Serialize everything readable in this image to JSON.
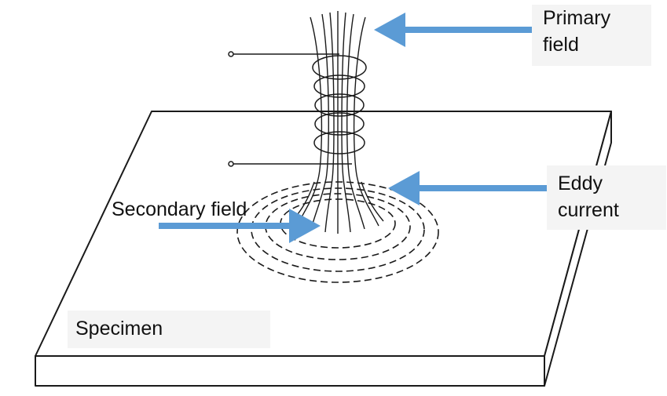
{
  "labels": {
    "primary_field": [
      "Primary",
      "field"
    ],
    "eddy_current": [
      "Eddy",
      "current"
    ],
    "secondary_field": "Secondary field",
    "specimen": "Specimen"
  },
  "colors": {
    "arrow": "#5b9bd5",
    "line": "#1a1a1a",
    "label_bg": "#f4f4f4"
  }
}
